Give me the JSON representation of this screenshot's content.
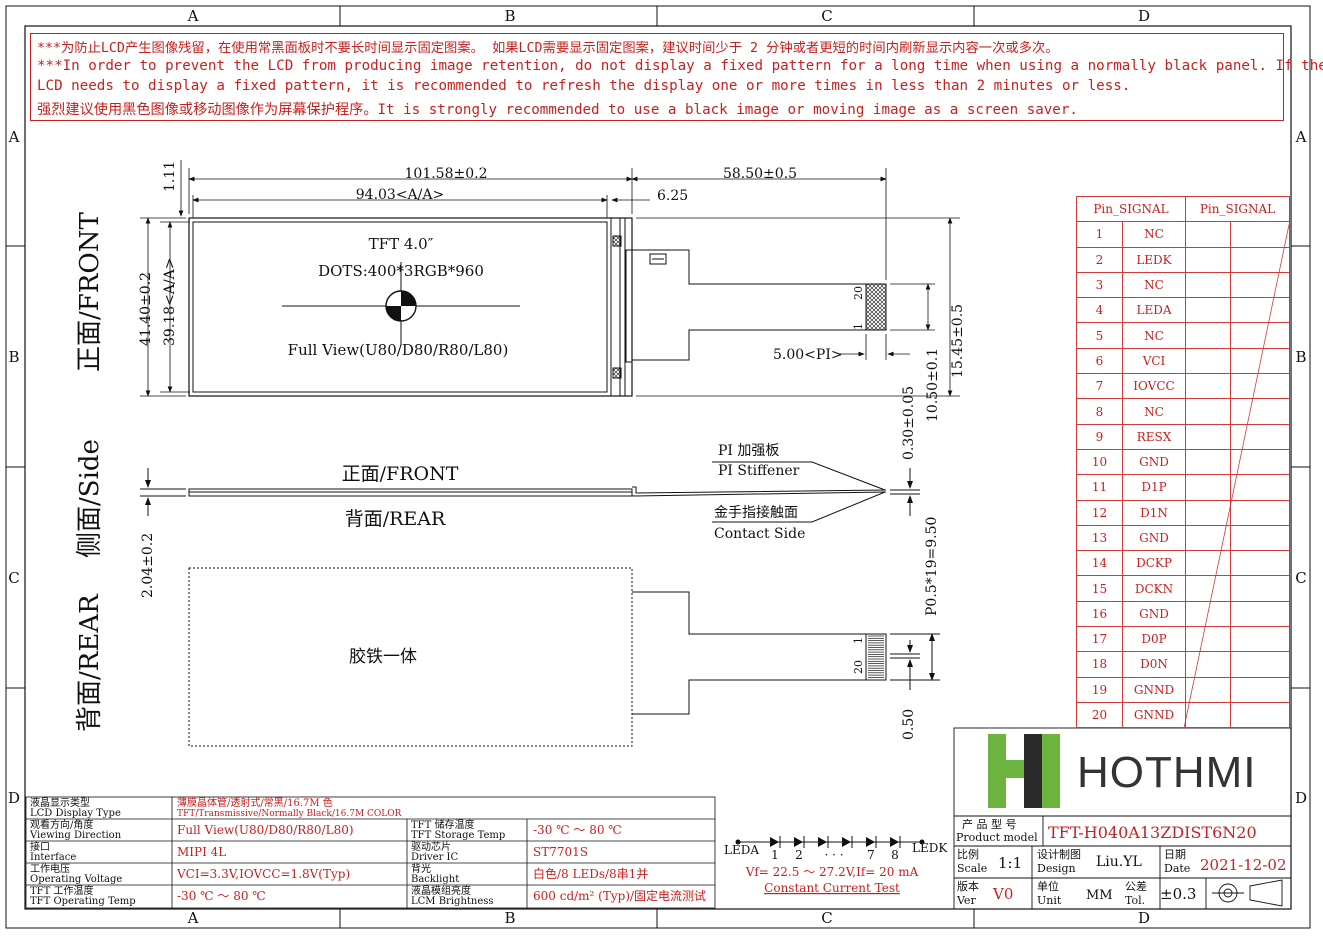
{
  "grid": {
    "columns": [
      "A",
      "B",
      "C",
      "D"
    ],
    "rows": [
      "A",
      "B",
      "C",
      "D"
    ]
  },
  "notes": [
    "***为防止LCD产生图像残留，在使用常黑面板时不要长时间显示固定图案。 如果LCD需要显示固定图案，建议时间少于 2 分钟或者更短的时间内刷新显示内容一次或多次。",
    "***In order to prevent the LCD from producing image retention, do not display a fixed pattern for a long time when using a normally black panel. If the",
    " LCD needs to display a fixed pattern, it is recommended to refresh the display one or more times in less than 2 minutes or less.",
    "强烈建议使用黑色图像或移动图像作为屏幕保护程序。It is strongly recommended to use a black image or moving image as a screen saver."
  ],
  "views": {
    "front": "正面/FRONT",
    "side": "侧面/Side",
    "rear": "背面/REAR"
  },
  "front_view": {
    "model": "TFT 4.0″",
    "dots": "DOTS:400*3RGB*960",
    "view": "Full View(U80/D80/R80/L80)",
    "dim_overall_width": "101.58±0.2",
    "dim_aa_width": "94.03<A/A>",
    "dim_fpc_length": "58.50±0.5",
    "dim_offset": "6.25",
    "dim_top": "1.11",
    "dim_height": "41.40±0.2",
    "dim_aa_height": "39.18<A/A>",
    "dim_fpc_width": "15.45±0.5",
    "dim_pi": "5.00<PI>",
    "dim_fpc_tip": "10.50±0.1",
    "pin_first": "1",
    "pin_last": "20"
  },
  "side_view": {
    "front_label": "正面/FRONT",
    "rear_label": "背面/REAR",
    "pi_cn": "PI 加强板",
    "pi_en": "PI Stiffener",
    "contact_cn": "金手指接触面",
    "contact_en": "Contact Side",
    "thickness": "2.04±0.2",
    "fpc_thickness": "0.30±0.05"
  },
  "rear_view": {
    "label": "胶铁一体",
    "pitch": "P0.5*19=9.50",
    "pin_width": "0.50",
    "pin_first": "1",
    "pin_last": "20"
  },
  "pin_table": {
    "headers": [
      "Pin_SIGNAL",
      "Pin_SIGNAL"
    ],
    "pins": [
      {
        "no": "1",
        "signal": "NC"
      },
      {
        "no": "2",
        "signal": "LEDK"
      },
      {
        "no": "3",
        "signal": "NC"
      },
      {
        "no": "4",
        "signal": "LEDA"
      },
      {
        "no": "5",
        "signal": "NC"
      },
      {
        "no": "6",
        "signal": "VCI"
      },
      {
        "no": "7",
        "signal": "IOVCC"
      },
      {
        "no": "8",
        "signal": "NC"
      },
      {
        "no": "9",
        "signal": "RESX"
      },
      {
        "no": "10",
        "signal": "GND"
      },
      {
        "no": "11",
        "signal": "D1P"
      },
      {
        "no": "12",
        "signal": "D1N"
      },
      {
        "no": "13",
        "signal": "GND"
      },
      {
        "no": "14",
        "signal": "DCKP"
      },
      {
        "no": "15",
        "signal": "DCKN"
      },
      {
        "no": "16",
        "signal": "GND"
      },
      {
        "no": "17",
        "signal": "D0P"
      },
      {
        "no": "18",
        "signal": "D0N"
      },
      {
        "no": "19",
        "signal": "GNND"
      },
      {
        "no": "20",
        "signal": "GNND"
      }
    ]
  },
  "led_circuit": {
    "leda": "LEDA",
    "ledk": "LEDK",
    "nums": [
      "1",
      "2",
      "· · ·",
      "7",
      "8"
    ],
    "spec": "Vf= 22.5 ～ 27.2V,If= 20 mA",
    "test": "Constant Current Test"
  },
  "spec_table": [
    {
      "cn": "液晶显示类型",
      "en": "LCD Display Type",
      "value_cn": "薄膜晶体管/透射式/常黑/16.7M 色",
      "value_en": "TFT/Transmissive/Normally Black/16.7M COLOR"
    },
    {
      "cn": "观看方向/角度",
      "en": "Viewing Direction",
      "value": "Full View(U80/D80/R80/L80)",
      "cn2": "TFT 储存温度",
      "en2": "TFT Storage Temp",
      "value2": "-30 ℃ ～ 80 ℃"
    },
    {
      "cn": "接口",
      "en": "Interface",
      "value": "MIPI 4L",
      "cn2": "驱动芯片",
      "en2": "Driver IC",
      "value2": "ST7701S"
    },
    {
      "cn": "工作电压",
      "en": "Operating Voltage",
      "value": "VCI=3.3V,IOVCC=1.8V(Typ)",
      "cn2": "背光",
      "en2": "Backlight",
      "value2": "白色/8 LEDs/8串1并"
    },
    {
      "cn": "TFT 工作温度",
      "en": "TFT Operating Temp",
      "value": "-30 ℃ ～ 80 ℃",
      "cn2": "液晶模组亮度",
      "en2": "LCM Brightness",
      "value2": "600 cd/m² (Typ)/固定电流测试"
    }
  ],
  "title_block": {
    "brand": "HOTHMI",
    "model_cn": "产 品 型 号",
    "model_en": "Product model",
    "model": "TFT-H040A13ZDIST6N20",
    "scale_cn": "比例",
    "scale_en": "Scale",
    "scale": "1:1",
    "design_cn": "设计制图",
    "design_en": "Design",
    "designer": "Liu.YL",
    "date_cn": "日期",
    "date_en": "Date",
    "date": "2021-12-02",
    "ver_cn": "版本",
    "ver_en": "Ver",
    "ver": "V0",
    "unit_cn": "单位",
    "unit_en": "Unit",
    "unit": "MM",
    "tol_cn": "公差",
    "tol_en": "Tol.",
    "tol": "±0.3"
  },
  "colors": {
    "ink": "#111111",
    "red": "#c8201e",
    "logo_green": "#6db33f",
    "logo_dark": "#2b2b2b"
  }
}
